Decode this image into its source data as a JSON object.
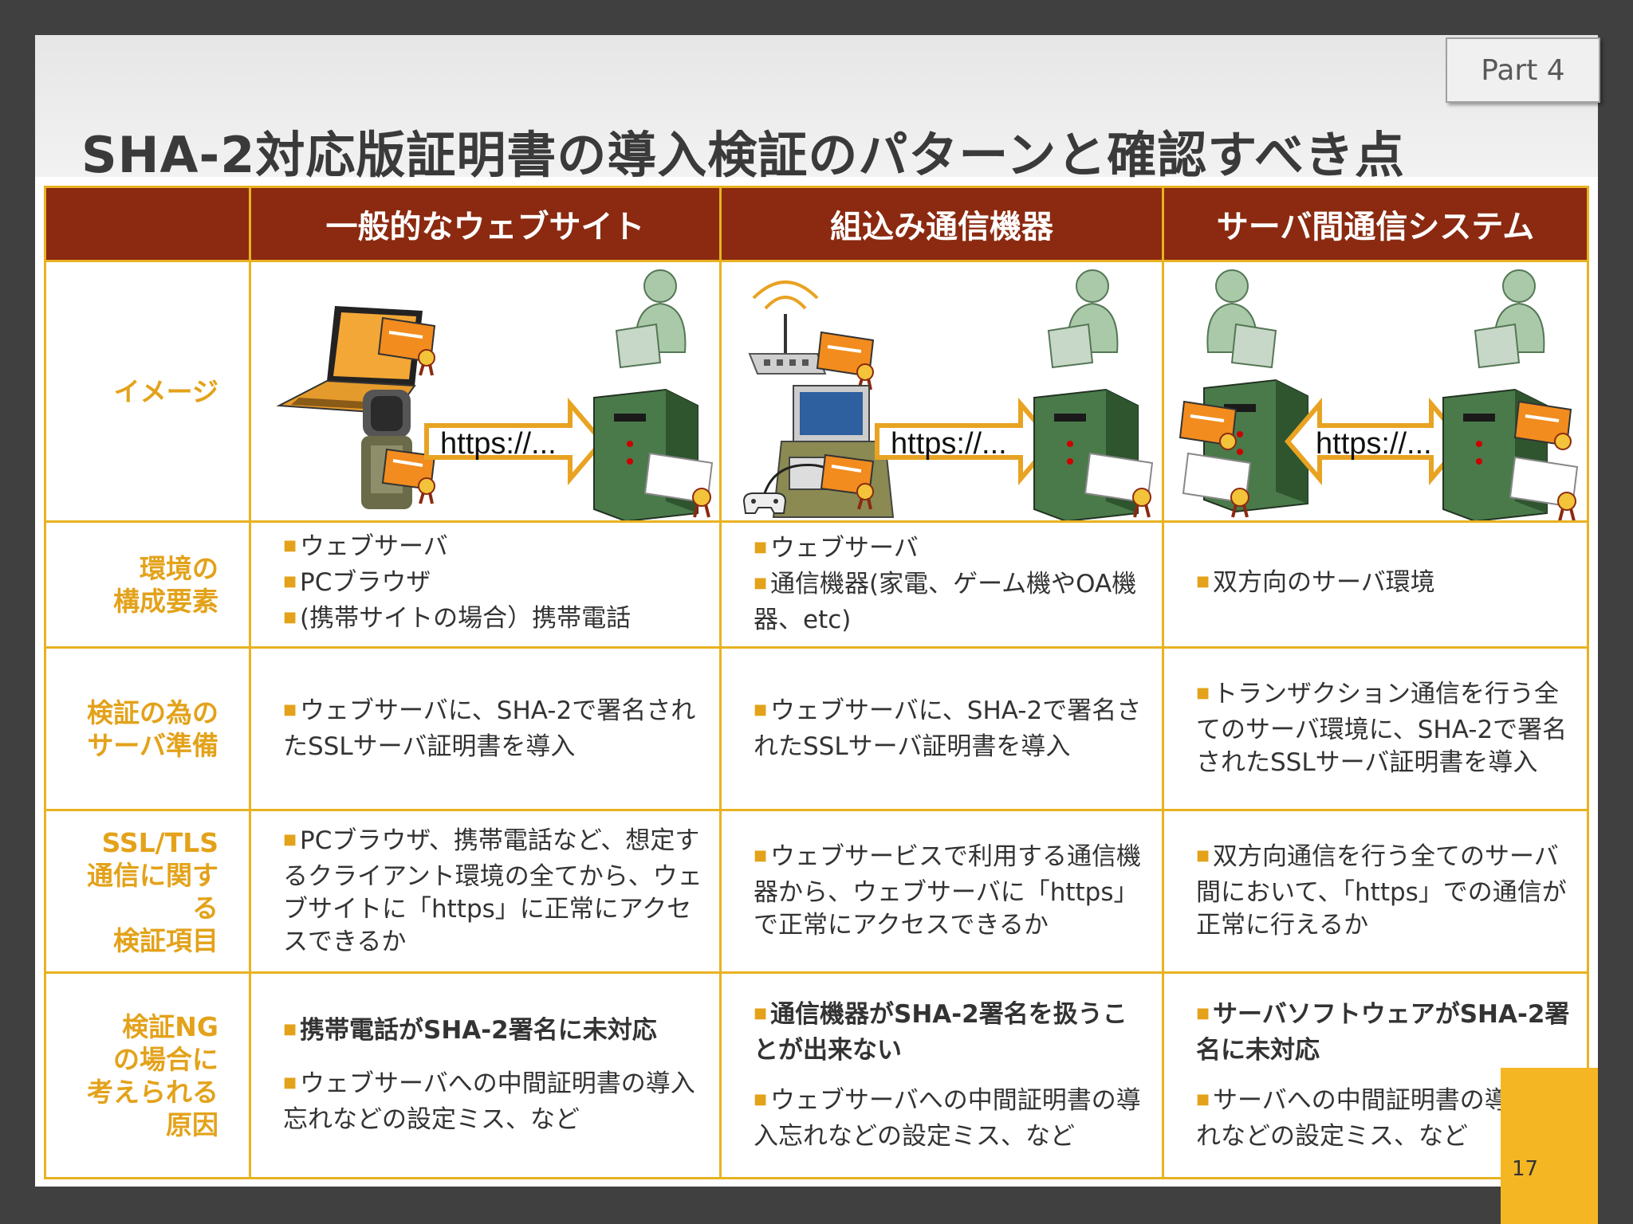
{
  "part_badge": "Part 4",
  "title": "SHA-2対応版証明書の導入検証のパターンと確認すべき点",
  "page_number": "17",
  "table": {
    "columns": [
      "一般的なウェブサイト",
      "組込み通信機器",
      "サーバ間通信システム"
    ],
    "image_row": {
      "label": "イメージ",
      "url_text": "https://..."
    },
    "rows": [
      {
        "label_lines": [
          "環境の",
          "構成要素"
        ],
        "cells": [
          [
            "ウェブサーバ",
            "PCブラウザ",
            "(携帯サイトの場合）携帯電話"
          ],
          [
            "ウェブサーバ",
            "通信機器(家電、ゲーム機やOA機器、etc)"
          ],
          [
            "双方向のサーバ環境"
          ]
        ]
      },
      {
        "label_lines": [
          "検証の為の",
          "サーバ準備"
        ],
        "cells": [
          [
            "ウェブサーバに、SHA-2で署名されたSSLサーバ証明書を導入"
          ],
          [
            "ウェブサーバに、SHA-2で署名されたSSLサーバ証明書を導入"
          ],
          [
            "トランザクション通信を行う全てのサーバ環境に、SHA-2で署名されたSSLサーバ証明書を導入"
          ]
        ]
      },
      {
        "label_lines": [
          "SSL/TLS",
          "通信に関す",
          "る",
          "検証項目"
        ],
        "cells": [
          [
            "PCブラウザ、携帯電話など、想定するクライアント環境の全てから、ウェブサイトに「https」に正常にアクセスできるか"
          ],
          [
            "ウェブサービスで利用する通信機器から、ウェブサーバに「https」で正常にアクセスできるか"
          ],
          [
            "双方向通信を行う全てのサーバ間において、「https」での通信が正常に行えるか"
          ]
        ]
      },
      {
        "label_lines": [
          "検証NG",
          "の場合に",
          "考えられる",
          "原因"
        ],
        "cells": [
          {
            "bold": "携帯電話がSHA-2署名に未対応",
            "normal": "ウェブサーバへの中間証明書の導入忘れなどの設定ミス、など"
          },
          {
            "bold": "通信機器がSHA-2署名を扱うことが出来ない",
            "normal": "ウェブサーバへの中間証明書の導入忘れなどの設定ミス、など"
          },
          {
            "bold": "サーバソフトウェアがSHA-2署名に未対応",
            "normal": "サーバへの中間証明書の導入忘れなどの設定ミス、など"
          }
        ]
      }
    ]
  },
  "colors": {
    "header_bg": "#8b2a10",
    "border": "#e8b221",
    "label_text": "#e3a21a",
    "accent": "#f5b623",
    "server_green": "#4a7a4a",
    "certificate_orange": "#f28c1e"
  },
  "icons": [
    "laptop-icon",
    "mobile-phone-icon",
    "router-icon",
    "tv-icon",
    "game-controller-icon",
    "server-icon",
    "person-icon",
    "certificate-icon",
    "arrow-icon"
  ]
}
